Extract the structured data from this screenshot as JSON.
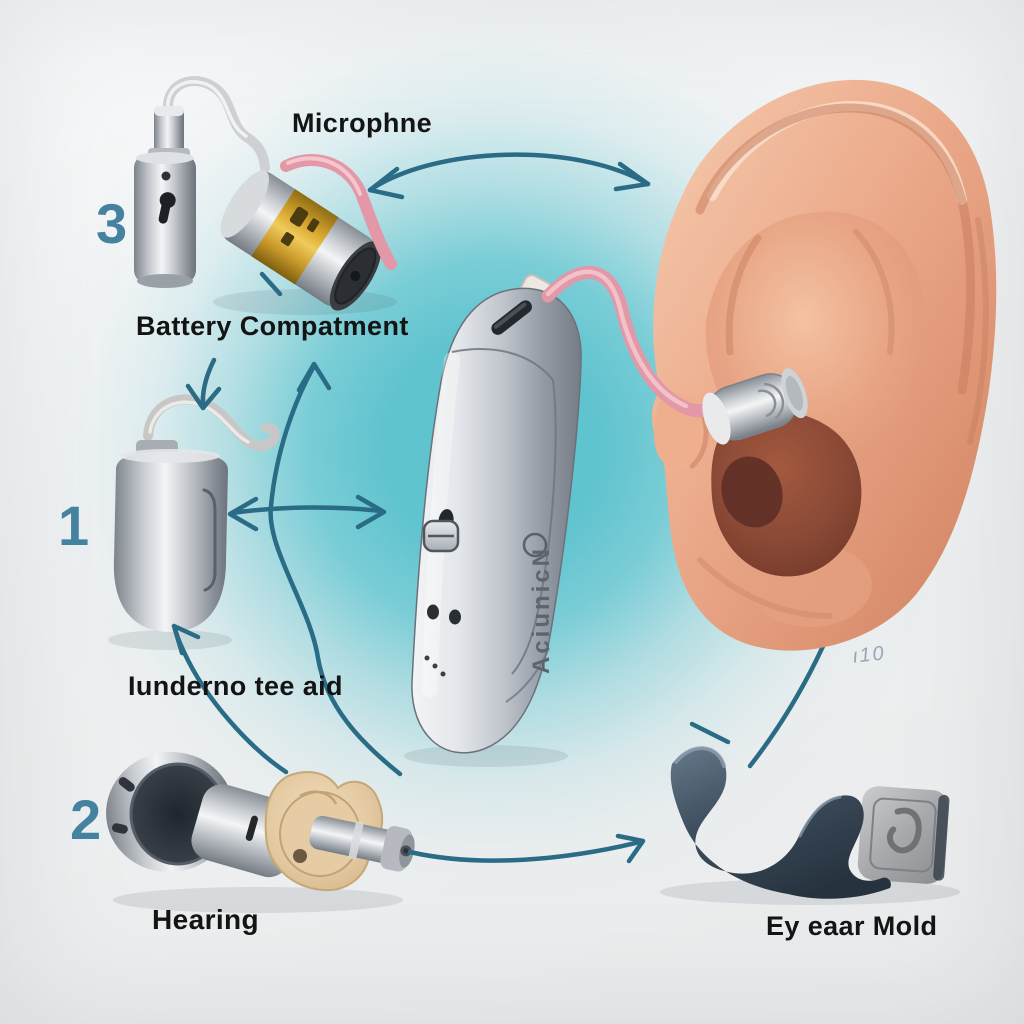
{
  "figure": {
    "type": "hearing-aid-anatomy-diagram",
    "labels": {
      "microphone": "Microphne",
      "battery_compartment": "Battery Compatment",
      "receiver": "Iunderno tee aid",
      "hearing": "Hearing",
      "ear_mold": "Ey eaar Mold"
    },
    "numbers": {
      "n3": "3",
      "n1": "1",
      "n2": "2"
    },
    "device_side_text": "AciunicN",
    "annotation": "ι10",
    "colors": {
      "arrow": "#2A6B85",
      "number": "#45829F",
      "label_text": "#141414",
      "background_teal": "#60C4CF",
      "ear_skin": "#EBA98A",
      "ear_concha": "#8A4936",
      "silver": "#C7CBD0",
      "gold_band": "#D8A62E",
      "tube_pink": "#E298A6",
      "ear_mold_slate": "#3E4E5E",
      "ear_mold_beige": "#E3C9A1"
    }
  }
}
